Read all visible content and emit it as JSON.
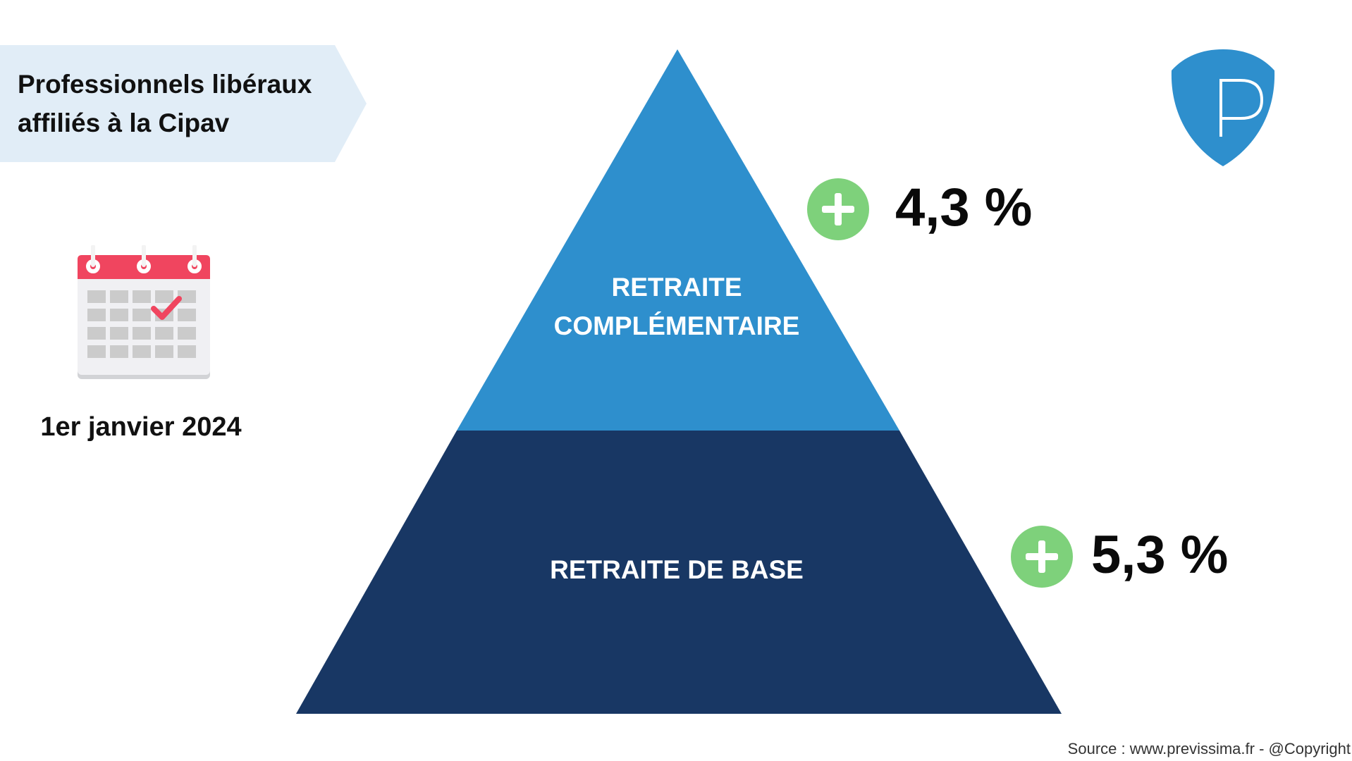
{
  "banner": {
    "line1": "Professionnels libéraux",
    "line2": "affiliés à la Cipav"
  },
  "calendar": {
    "icon": "calendar-check-icon",
    "date": "1er janvier 2024"
  },
  "pyramid": {
    "top_tier": {
      "line1": "RETRAITE",
      "line2": "COMPLÉMENTAIRE",
      "increase": "4,3 %"
    },
    "base_tier": {
      "label": "RETRAITE DE BASE",
      "increase": "5,3 %"
    }
  },
  "logo": {
    "letter": "P",
    "icon": "shield-logo"
  },
  "source": "Source : www.previssima.fr - @Copyright",
  "colors": {
    "banner_bg": "#e1edf7",
    "top_tier": "#2e8fcd",
    "base_tier": "#183764",
    "plus_badge": "#7ed17b",
    "logo": "#2e8fcd",
    "calendar_red": "#f0455f"
  }
}
